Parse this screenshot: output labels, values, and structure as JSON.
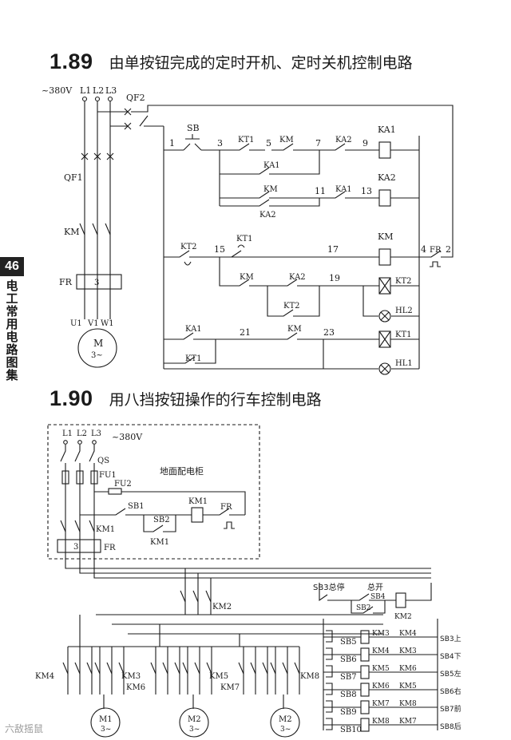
{
  "sections": [
    {
      "number": "1.89",
      "title": "由单按钮完成的定时开机、定时关机控制电路"
    },
    {
      "number": "1.90",
      "title": "用八挡按钮操作的行车控制电路"
    }
  ],
  "side_tab": {
    "page": "46",
    "book": "电工常用电路图集"
  },
  "watermark": "六敌摇鼠",
  "d1": {
    "supply": "~380V",
    "phases": [
      "L1",
      "L2",
      "L3"
    ],
    "qf2": "QF2",
    "qf1": "QF1",
    "km_main": "KM",
    "fr": "FR",
    "fr_box": "3",
    "motor_terminals": [
      "U1",
      "V1",
      "W1"
    ],
    "motor": "M",
    "motor_sub": "3~",
    "nodes": [
      "1",
      "3",
      "5",
      "7",
      "9",
      "11",
      "13",
      "15",
      "17",
      "19",
      "21",
      "23",
      "4",
      "2"
    ],
    "labels": {
      "sb": "SB",
      "kt1": "KT1",
      "km": "KM",
      "ka1": "KA1",
      "ka2": "KA2",
      "kt2": "KT2",
      "hl1": "HL1",
      "hl2": "HL2",
      "fr": "FR"
    }
  },
  "d2": {
    "supply": "~380V",
    "phases": [
      "L1",
      "L2",
      "L3"
    ],
    "qs": "QS",
    "fu1": "FU1",
    "fu2": "FU2",
    "cabinet": "地面配电柜",
    "sb1": "SB1",
    "sb2": "SB2",
    "km1": "KM1",
    "fr": "FR",
    "fr_box": "3",
    "km2": "KM2",
    "sb3_stop": "SB3总停",
    "master_on": "总开",
    "sb4": "SB4",
    "sb2b": "SB2",
    "push_buttons": [
      "SB5",
      "SB6",
      "SB7",
      "SB8",
      "SB9",
      "SB10"
    ],
    "coil_pairs": [
      [
        "KM3",
        "KM4",
        "SB3上"
      ],
      [
        "KM4",
        "KM3",
        "SB4下"
      ],
      [
        "KM5",
        "KM6",
        "SB5左"
      ],
      [
        "KM6",
        "KM5",
        "SB6右"
      ],
      [
        "KM7",
        "KM8",
        "SB7前"
      ],
      [
        "KM8",
        "KM7",
        "SB8后"
      ]
    ],
    "motor_labels": [
      {
        "l": "KM4",
        "r": "KM3",
        "b": ""
      },
      {
        "l": "",
        "r": "KM5",
        "b": "KM6"
      },
      {
        "l": "",
        "r": "KM8",
        "b": "KM7"
      }
    ],
    "motors": [
      {
        "name": "M1",
        "sub": "3~"
      },
      {
        "name": "M2",
        "sub": "3~"
      },
      {
        "name": "M2",
        "sub": "3~"
      }
    ]
  }
}
